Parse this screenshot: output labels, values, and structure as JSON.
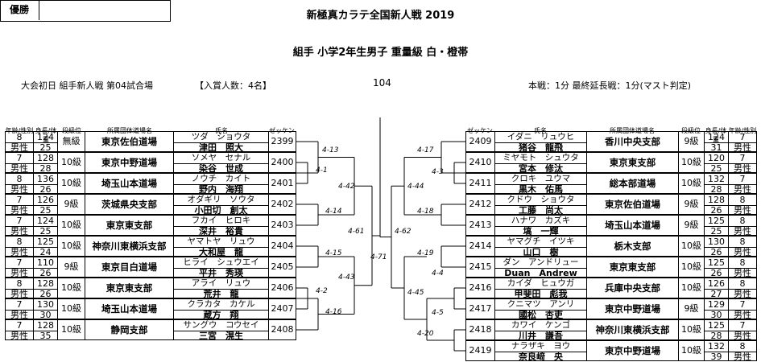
{
  "title": "新極真カラテ全国新人戦 2019",
  "subtitle": "組手 小学2年生男子 重量級 白・橙帯",
  "info": {
    "day_court": "大会初日 組手新人戦 第04試合場",
    "entrants": "【入賞人数：4名】",
    "bracket_number": "104",
    "time_rules": "本戦：1分 最終延長戦：1分(マスト判定)"
  },
  "winner_label": "優勝",
  "headers": {
    "age_sex": "年齢/性別",
    "height_weight": "身長/体重",
    "rank": "段級位",
    "dojo": "所属団体道場名",
    "name": "氏名",
    "number": "ゼッケン"
  },
  "left": [
    {
      "age": "8",
      "sex": "男性",
      "height": "124",
      "weight": "25",
      "rank": "無級",
      "dojo": "東京佐伯道場",
      "kana": "ツダ　ショウタ",
      "kanji": "津田　照大",
      "number": "2399"
    },
    {
      "age": "7",
      "sex": "男性",
      "height": "128",
      "weight": "28",
      "rank": "10級",
      "dojo": "東京中野道場",
      "kana": "ソメヤ　セナル",
      "kanji": "染谷　世成",
      "number": "2400"
    },
    {
      "age": "8",
      "sex": "男性",
      "height": "136",
      "weight": "26",
      "rank": "10級",
      "dojo": "埼玉山本道場",
      "kana": "ノウチ　カイト",
      "kanji": "野内　海翔",
      "number": "2401"
    },
    {
      "age": "7",
      "sex": "男性",
      "height": "126",
      "weight": "25",
      "rank": "9級",
      "dojo": "茨城県央支部",
      "kana": "オダギリ　ソウタ",
      "kanji": "小田切　創太",
      "number": "2402"
    },
    {
      "age": "7",
      "sex": "男性",
      "height": "124",
      "weight": "25",
      "rank": "10級",
      "dojo": "東京東支部",
      "kana": "フカイ　ヒロキ",
      "kanji": "深井　裕貴",
      "number": "2403"
    },
    {
      "age": "8",
      "sex": "男性",
      "height": "125",
      "weight": "24",
      "rank": "10級",
      "dojo": "神奈川東横浜支部",
      "kana": "ヤマトヤ　リュウ",
      "kanji": "大和屋　龍",
      "number": "2404"
    },
    {
      "age": "7",
      "sex": "男性",
      "height": "110",
      "weight": "26",
      "rank": "9級",
      "dojo": "東京目白道場",
      "kana": "ヒライ　シュウエイ",
      "kanji": "平井　秀瑛",
      "number": "2405"
    },
    {
      "age": "8",
      "sex": "男性",
      "height": "128",
      "weight": "26",
      "rank": "10級",
      "dojo": "東京東支部",
      "kana": "アライ　リュウ",
      "kanji": "荒井　龍",
      "number": "2406"
    },
    {
      "age": "7",
      "sex": "男性",
      "height": "130",
      "weight": "30",
      "rank": "10級",
      "dojo": "埼玉山本道場",
      "kana": "クラカタ　カケル",
      "kanji": "蔵方　翔",
      "number": "2407"
    },
    {
      "age": "7",
      "sex": "男性",
      "height": "128",
      "weight": "35",
      "rank": "10級",
      "dojo": "静岡支部",
      "kana": "サングウ　コウセイ",
      "kanji": "三宮　滉生",
      "number": "2408"
    }
  ],
  "right": [
    {
      "number": "2409",
      "kana": "イダニ　リュウヒ",
      "kanji": "猪谷　龍飛",
      "dojo": "香川中央支部",
      "rank": "9級",
      "height": "124",
      "weight": "31",
      "age": "7",
      "sex": "男性"
    },
    {
      "number": "2410",
      "kana": "ミヤモト　シュウタ",
      "kanji": "宮本　修汰",
      "dojo": "東京東支部",
      "rank": "10級",
      "height": "120",
      "weight": "25",
      "age": "7",
      "sex": "男性"
    },
    {
      "number": "2411",
      "kana": "クロキ　ユウマ",
      "kanji": "黒木　佑馬",
      "dojo": "総本部道場",
      "rank": "10級",
      "height": "132",
      "weight": "28",
      "age": "7",
      "sex": "男性"
    },
    {
      "number": "2412",
      "kana": "クドウ　ショウタ",
      "kanji": "工藤　尚太",
      "dojo": "東京佐伯道場",
      "rank": "9級",
      "height": "128",
      "weight": "26",
      "age": "8",
      "sex": "男性"
    },
    {
      "number": "2413",
      "kana": "ハナワ　カズキ",
      "kanji": "塙　一輝",
      "dojo": "埼玉山本道場",
      "rank": "9級",
      "height": "125",
      "weight": "25",
      "age": "8",
      "sex": "男性"
    },
    {
      "number": "2414",
      "kana": "ヤマグチ　イツキ",
      "kanji": "山口　樹",
      "dojo": "栃木支部",
      "rank": "10級",
      "height": "130",
      "weight": "26",
      "age": "8",
      "sex": "男性"
    },
    {
      "number": "2415",
      "kana": "ダン　アンドリュー",
      "kanji": "Duan　Andrew",
      "dojo": "東京東支部",
      "rank": "10級",
      "height": "125",
      "weight": "26",
      "age": "8",
      "sex": "男性"
    },
    {
      "number": "2416",
      "kana": "カイダ　ヒュウガ",
      "kanji": "甲斐田　彪我",
      "dojo": "兵庫中央支部",
      "rank": "10級",
      "height": "126",
      "weight": "27",
      "age": "8",
      "sex": "男性"
    },
    {
      "number": "2417",
      "kana": "クニマツ　アンリ",
      "kanji": "國松　杏吏",
      "dojo": "東京中野道場",
      "rank": "9級",
      "height": "129",
      "weight": "30",
      "age": "7",
      "sex": "男性"
    },
    {
      "number": "2418",
      "kana": "カワイ　ケンゴ",
      "kanji": "川井　謙吾",
      "dojo": "神奈川東横浜支部",
      "rank": "10級",
      "height": "125",
      "weight": "28",
      "age": "7",
      "sex": "男性"
    },
    {
      "number": "2419",
      "kana": "ナラザキ　ヨウ",
      "kanji": "奈良﨑　央",
      "dojo": "東京中野道場",
      "rank": "10級",
      "height": "132",
      "weight": "39",
      "age": "8",
      "sex": "男性"
    }
  ],
  "matches": {
    "m13": "4-13",
    "m1": "4-1",
    "m42": "4-42",
    "m14": "4-14",
    "m61": "4-61",
    "m15": "4-15",
    "m43": "4-43",
    "m2": "4-2",
    "m16": "4-16",
    "m71": "4-71",
    "m17": "4-17",
    "m3": "4-3",
    "m44": "4-44",
    "m18": "4-18",
    "m62": "4-62",
    "m19": "4-19",
    "m4": "4-4",
    "m45": "4-45",
    "m5": "4-5",
    "m20": "4-20"
  }
}
